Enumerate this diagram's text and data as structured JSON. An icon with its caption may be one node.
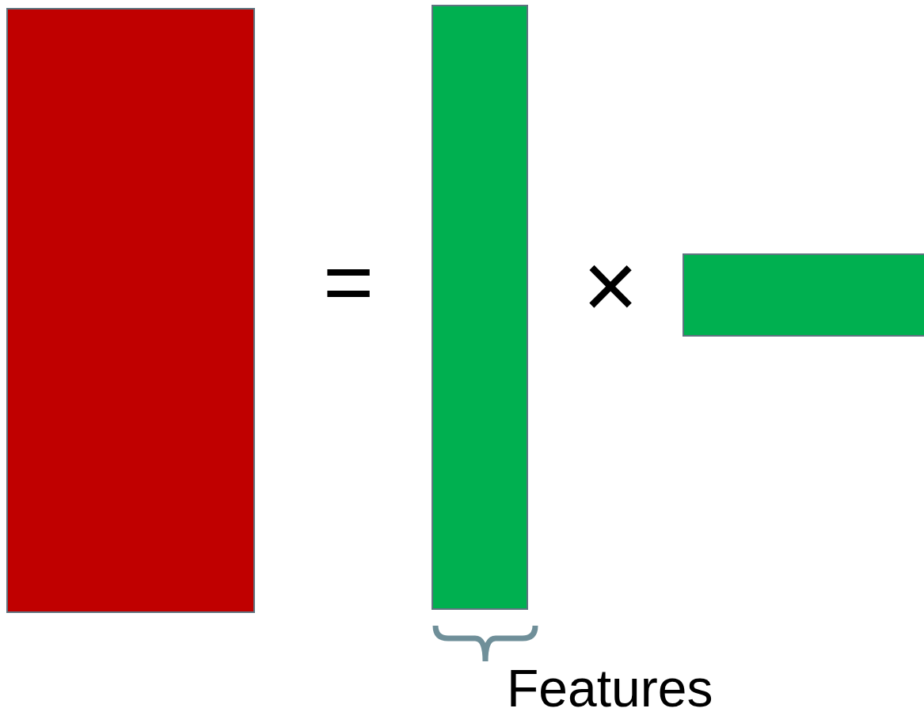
{
  "diagram": {
    "nodes": [
      {
        "text": [],
        "shape": "box"
      },
      {
        "text": [],
        "shape": "box"
      },
      {
        "text": [],
        "shape": "box"
      }
    ],
    "labels": [
      "=",
      "×",
      "Features"
    ]
  }
}
